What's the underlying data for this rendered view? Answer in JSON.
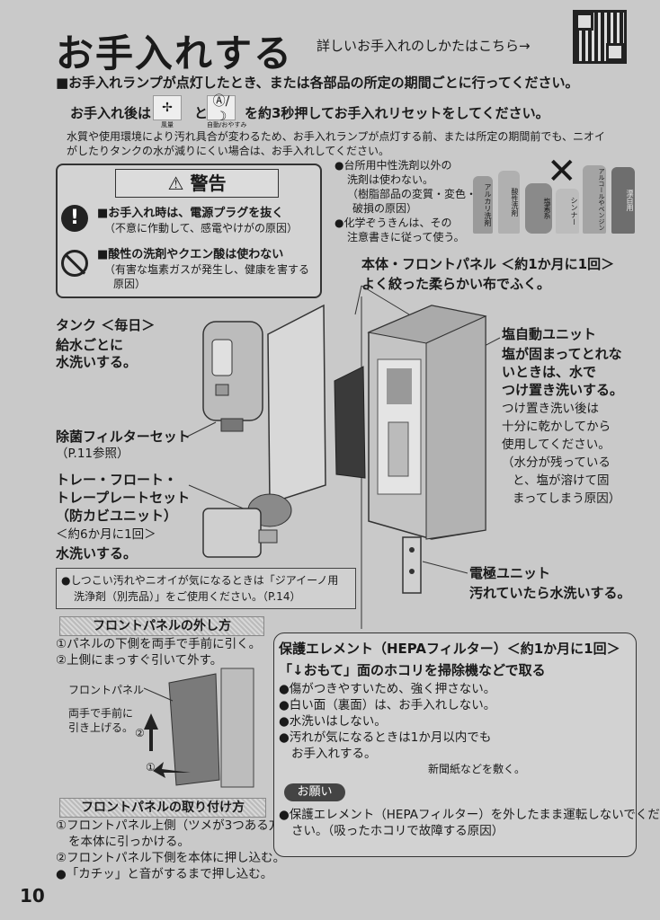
{
  "header": {
    "title": "お手入れする",
    "subtitle": "詳しいお手入れのしかたはこちら→"
  },
  "intro": {
    "line1": "■お手入れランプが点灯したとき、または各部品の所定の期間ごとに行ってください。",
    "line2_pre": "お手入れ後は",
    "btn1_label": "風量",
    "line2_mid": "と",
    "btn2_label": "自動/おやすみ",
    "line2_post": "を約3秒押してお手入れリセットをしてください。",
    "note1": "水質や使用環境により汚れ具合が変わるため、お手入れランプが点灯する前、または所定の期間前でも、ニオイ",
    "note2": "がしたりタンクの水が減りにくい場合は、お手入れしてください。"
  },
  "warning": {
    "title": "警告",
    "item1_title": "■お手入れ時は、電源プラグを抜く",
    "item1_sub": "（不意に作動して、感電やけがの原因）",
    "item2_title": "■酸性の洗剤やクエン酸は使わない",
    "item2_sub1": "（有害な塩素ガスが発生し、健康を害する",
    "item2_sub2": "原因）"
  },
  "detergent": {
    "l1": "●台所用中性洗剤以外の",
    "l2": "洗剤は使わない。",
    "l3": "（樹脂部品の変質・変色・",
    "l4": "破損の原因）",
    "l5": "●化学ぞうきんは、その",
    "l6": "注意書きに従って使う。",
    "bottles": [
      "アルカリ洗剤",
      "酸性洗剤",
      "塩素系",
      "シンナー",
      "アルコールやベンジン",
      "漂白用"
    ]
  },
  "body_panel": {
    "l1": "本体・フロントパネル ＜約1か月に1回＞",
    "l2": "よく絞った柔らかい布でふく。"
  },
  "tank": {
    "l1": "タンク ＜毎日＞",
    "l2": "給水ごとに",
    "l3": "水洗いする。"
  },
  "salt": {
    "l1": "塩自動ユニット",
    "l2": "塩が固まってとれな",
    "l3": "いときは、水で",
    "l4": "つけ置き洗いする。",
    "l5": "つけ置き洗い後は",
    "l6": "十分に乾かしてから",
    "l7": "使用してください。",
    "l8": "（水分が残っている",
    "l9": "と、塩が溶けて固",
    "l10": "まってしまう原因）"
  },
  "filter": {
    "l1": "除菌フィルターセット",
    "l2": "（P.11参照）"
  },
  "tray": {
    "l1": "トレー・フロート・",
    "l2": "トレープレートセット",
    "l3": "（防カビユニット）",
    "l4": "＜約6か月に1回＞",
    "l5": "水洗いする。"
  },
  "electrode": {
    "l1": "電極ユニット",
    "l2": "汚れていたら水洗いする。"
  },
  "tip": {
    "l1": "●しつこい汚れやニオイが気になるときは「ジアイーノ用",
    "l2": "洗浄剤（別売品）」をご使用ください。（P.14）"
  },
  "remove": {
    "heading": "フロントパネルの外し方",
    "s1": "①パネルの下側を両手で手前に引く。",
    "s2": "②上側にまっすぐ引いて外す。",
    "label_panel": "フロントパネル",
    "label_hand1": "両手で手前に",
    "label_hand2": "引き上げる。",
    "n1": "①",
    "n2": "②"
  },
  "attach": {
    "heading": "フロントパネルの取り付け方",
    "s1a": "①フロントパネル上側（ツメが3つある方）",
    "s1b": "を本体に引っかける。",
    "s2": "②フロントパネル下側を本体に押し込む。",
    "s3": "●「カチッ」と音がするまで押し込む。"
  },
  "hepa": {
    "l1": "保護エレメント（HEPAフィルター）＜約1か月に1回＞",
    "l2": "「↓おもて」面のホコリを掃除機などで取る",
    "b1": "●傷がつきやすいため、強く押さない。",
    "b2": "●白い面（裏面）は、お手入れしない。",
    "b3": "●水洗いはしない。",
    "b4": "●汚れが気になるときは1か月以内でも",
    "b5": "お手入れする。",
    "newspaper": "新聞紙などを敷く。",
    "request": "お願い",
    "req1": "●保護エレメント（HEPAフィルター）を外したまま運転しないでくだ",
    "req2": "さい。（吸ったホコリで故障する原因）"
  },
  "page_number": "10"
}
